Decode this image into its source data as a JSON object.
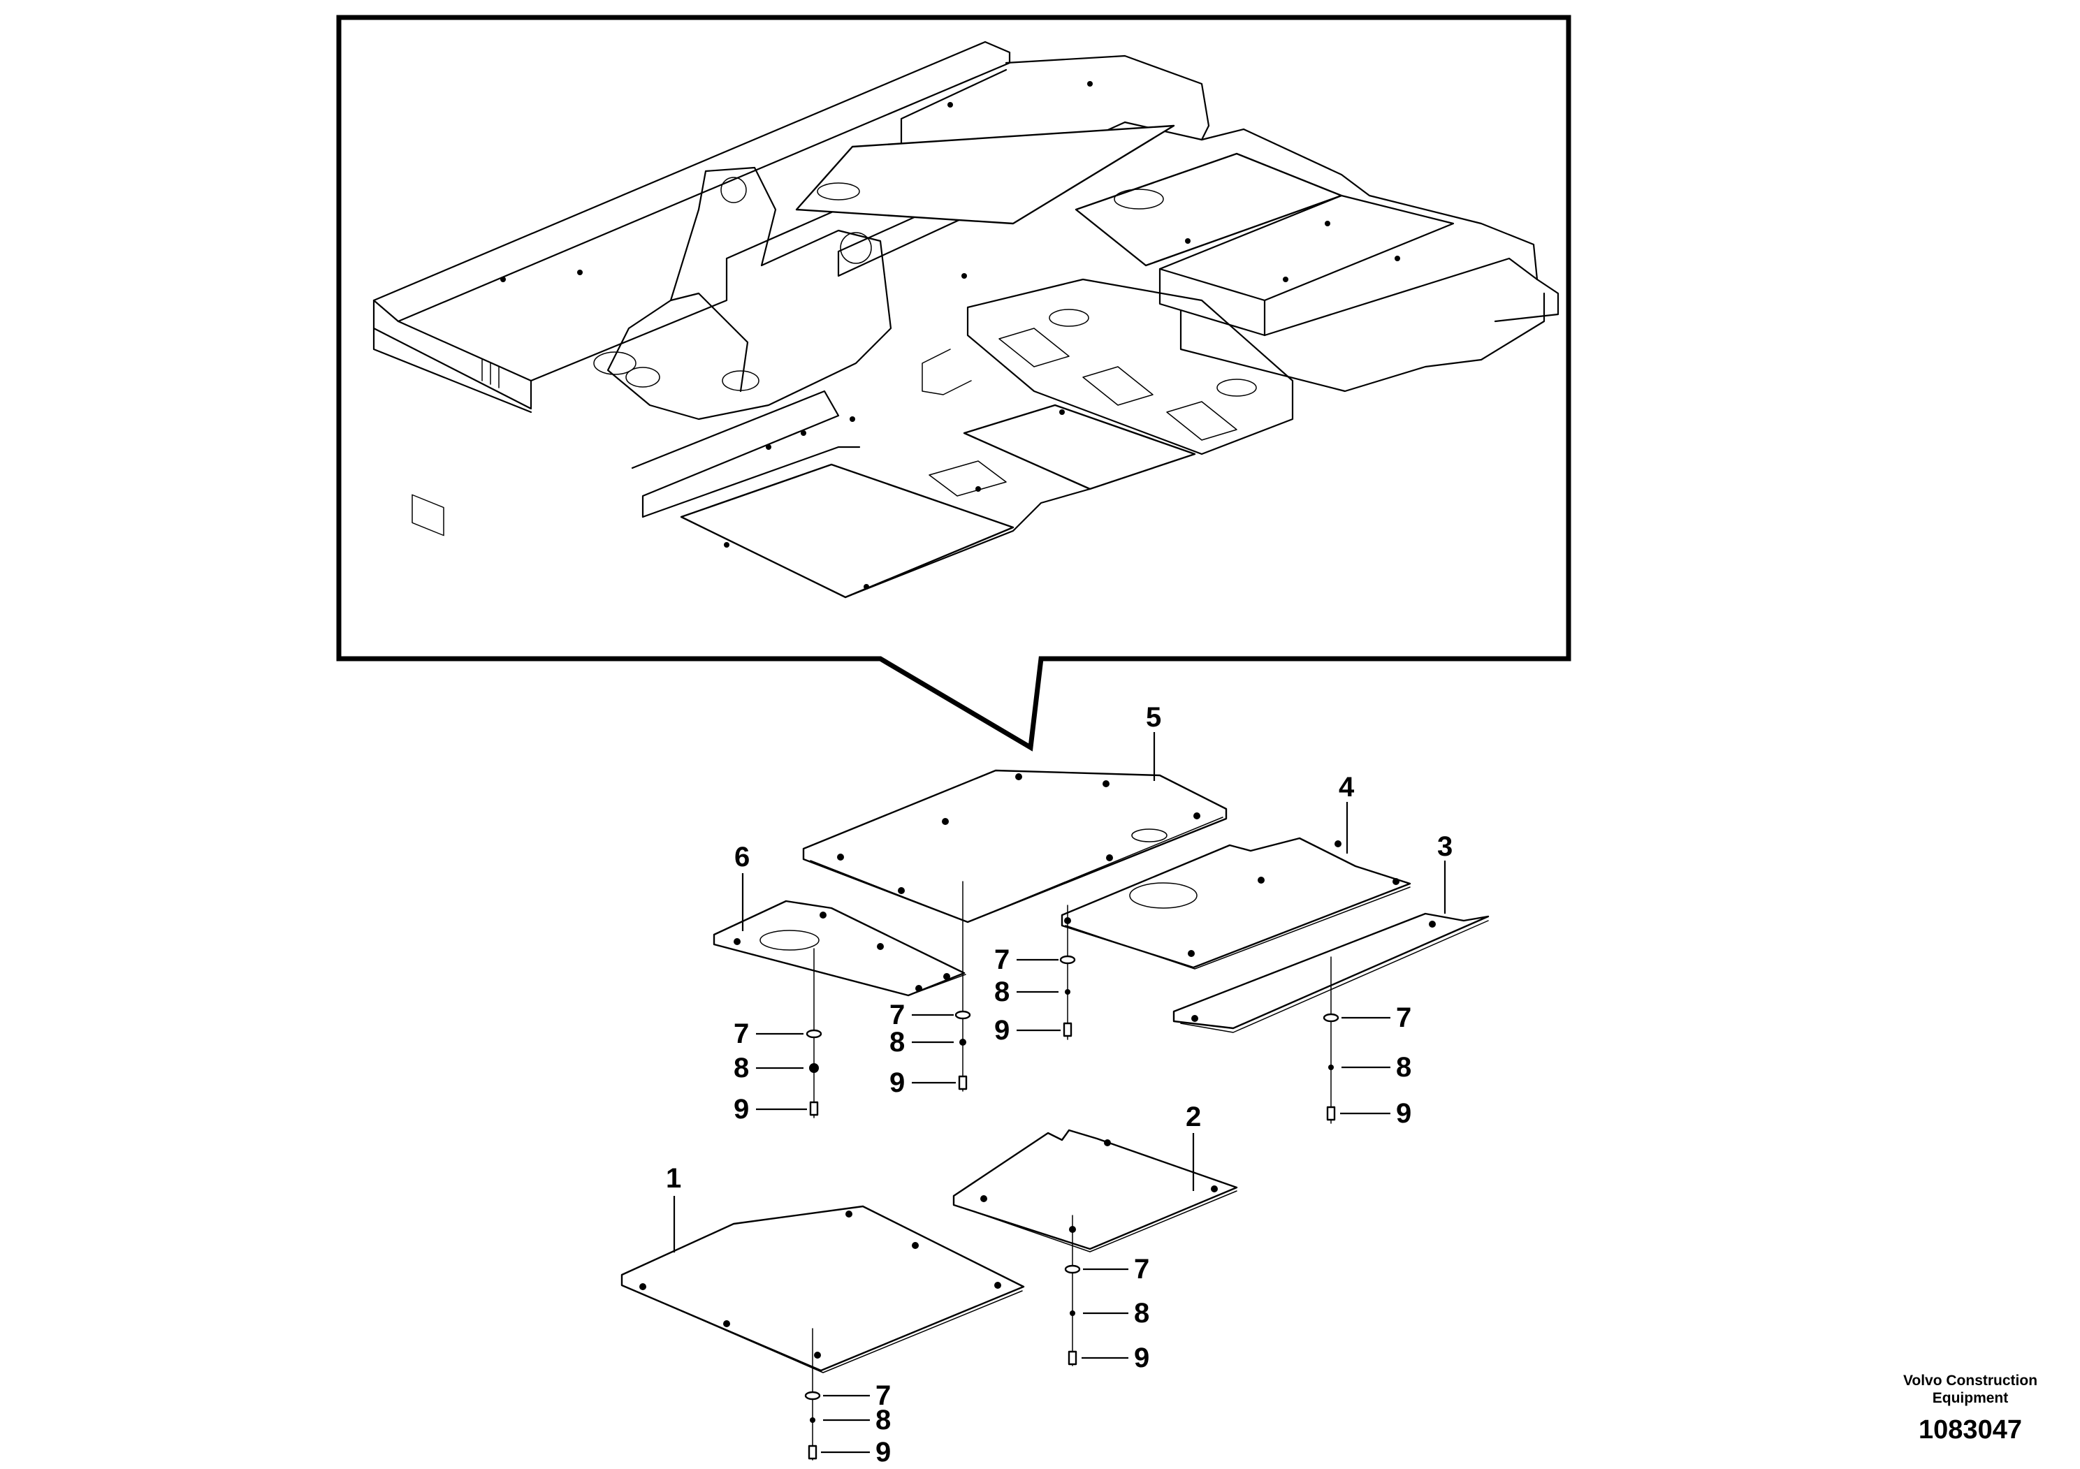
{
  "diagram": {
    "type": "exploded-parts-view",
    "overview_inset": "upperstructure-frame-with-bottom-plates",
    "callouts": [
      {
        "id": "callout-1",
        "label": "1"
      },
      {
        "id": "callout-2",
        "label": "2"
      },
      {
        "id": "callout-3",
        "label": "3"
      },
      {
        "id": "callout-4",
        "label": "4"
      },
      {
        "id": "callout-5",
        "label": "5"
      },
      {
        "id": "callout-6",
        "label": "6"
      },
      {
        "id": "callout-7",
        "label": "7"
      },
      {
        "id": "callout-8",
        "label": "8"
      },
      {
        "id": "callout-9",
        "label": "9"
      }
    ]
  },
  "footer": {
    "company": "Volvo Construction Equipment",
    "company_line1": "Volvo Construction",
    "company_line2": "Equipment",
    "document_number": "1083047"
  }
}
